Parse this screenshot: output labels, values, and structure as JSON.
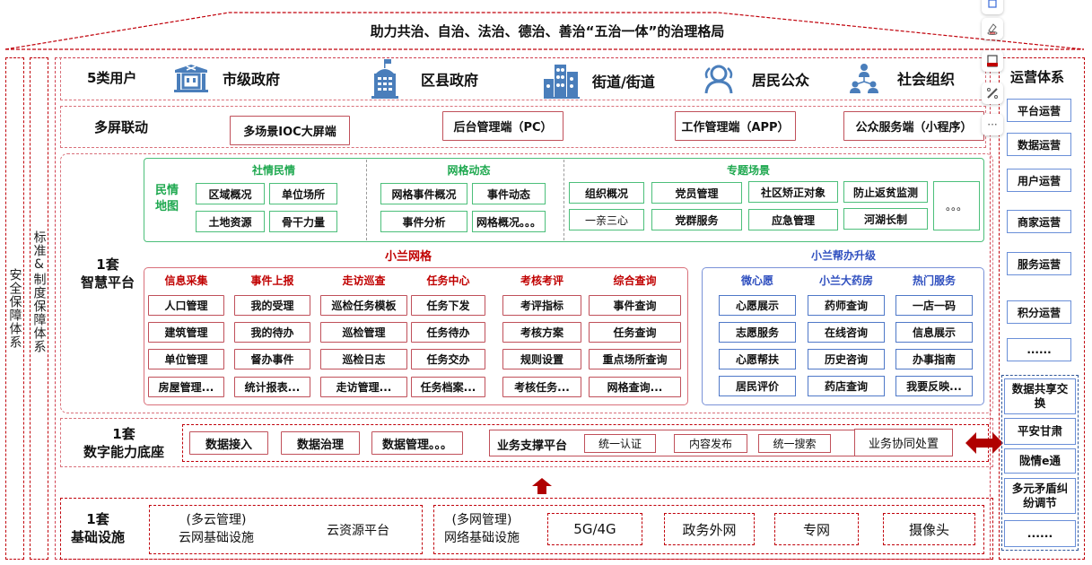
{
  "roof": {
    "title": "助力共治、自治、法治、德治、善治“五治一体”的治理格局"
  },
  "side_left": {
    "security": "安全保障体系",
    "standards": "标准&制度保障体系"
  },
  "users": {
    "label": "5类用户",
    "items": [
      {
        "icon": "city-hall-icon",
        "label": "市级政府"
      },
      {
        "icon": "office-building-icon",
        "label": "区县政府"
      },
      {
        "icon": "street-buildings-icon",
        "label": "街道/街道"
      },
      {
        "icon": "people-icon",
        "label": "居民公众"
      },
      {
        "icon": "organization-icon",
        "label": "社会组织"
      }
    ]
  },
  "screens": {
    "label": "多屏联动",
    "items": [
      "多场景IOC大屏端",
      "后台管理端（PC）",
      "工作管理端（APP）",
      "公众服务端（小程序）"
    ]
  },
  "platform": {
    "label_line1": "1套",
    "label_line2": "智慧平台",
    "map": {
      "side_label_line1": "民情",
      "side_label_line2": "地图",
      "groups": [
        {
          "title": "社情民情",
          "items": [
            "区域概况",
            "单位场所",
            "土地资源",
            "骨干力量"
          ]
        },
        {
          "title": "网格动态",
          "items": [
            "网格事件概况",
            "事件动态",
            "事件分析",
            "网格概况。。。"
          ]
        },
        {
          "title": "专题场景",
          "items": [
            "组织概况",
            "党员管理",
            "社区矫正对象",
            "防止返贫监测",
            "一亲三心",
            "党群服务",
            "应急管理",
            "河湖长制"
          ],
          "more": "。。。"
        }
      ]
    },
    "grid": {
      "title": "小兰网格",
      "columns": [
        {
          "title": "信息采集",
          "items": [
            "人口管理",
            "建筑管理",
            "单位管理",
            "房屋管理..."
          ]
        },
        {
          "title": "事件上报",
          "items": [
            "我的受理",
            "我的待办",
            "督办事件",
            "统计报表..."
          ]
        },
        {
          "title": "走访巡查",
          "items": [
            "巡检任务模板",
            "巡检管理",
            "巡检日志",
            "走访管理..."
          ]
        },
        {
          "title": "任务中心",
          "items": [
            "任务下发",
            "任务待办",
            "任务交办",
            "任务档案..."
          ]
        },
        {
          "title": "考核考评",
          "items": [
            "考评指标",
            "考核方案",
            "规则设置",
            "考核任务..."
          ]
        },
        {
          "title": "综合查询",
          "items": [
            "事件查询",
            "任务查询",
            "重点场所查询",
            "网格查询..."
          ]
        }
      ]
    },
    "helper": {
      "title": "小兰帮办升级",
      "columns": [
        {
          "title": "微心愿",
          "items": [
            "心愿展示",
            "志愿服务",
            "心愿帮扶",
            "居民评价"
          ]
        },
        {
          "title": "小兰大药房",
          "items": [
            "药师查询",
            "在线咨询",
            "历史咨询",
            "药店查询"
          ]
        },
        {
          "title": "热门服务",
          "items": [
            "一店一码",
            "信息展示",
            "办事指南",
            "我要反映..."
          ]
        }
      ]
    }
  },
  "digital": {
    "label_line1": "1套",
    "label_line2": "数字能力底座",
    "data_items": [
      "数据接入",
      "数据治理",
      "数据管理。。。"
    ],
    "support": {
      "label": "业务支撑平台",
      "items": [
        "统一认证",
        "内容发布",
        "统一搜索"
      ]
    },
    "collab": "业务协同处置"
  },
  "infra": {
    "label_line1": "1套",
    "label_line2": "基础设施",
    "cloud": {
      "line1": "(多云管理)",
      "line2": "云网基础设施",
      "platform": "云资源平台"
    },
    "network": {
      "line1": "(多网管理)",
      "line2": "网络基础设施",
      "items": [
        "5G/4G",
        "政务外网",
        "专网",
        "摄像头"
      ]
    }
  },
  "ops": {
    "title": "运营体系",
    "items": [
      "平台运营",
      "数据运营",
      "用户运营",
      "商家运营",
      "服务运营",
      "积分运营",
      "......"
    ]
  },
  "external": {
    "items": [
      "数据共享交换",
      "平安甘肃",
      "陇情e通",
      "多元矛盾纠纷调节",
      "......"
    ]
  },
  "toolbar": {
    "buttons": [
      "edit-icon",
      "magic-icon",
      "frame-icon",
      "tools-icon",
      "more-icon"
    ],
    "more_label": "···"
  },
  "colors": {
    "accent_red": "#c00000",
    "green": "#1ea84f",
    "blue": "#2f5597",
    "icon_blue": "#4a7ebb"
  }
}
